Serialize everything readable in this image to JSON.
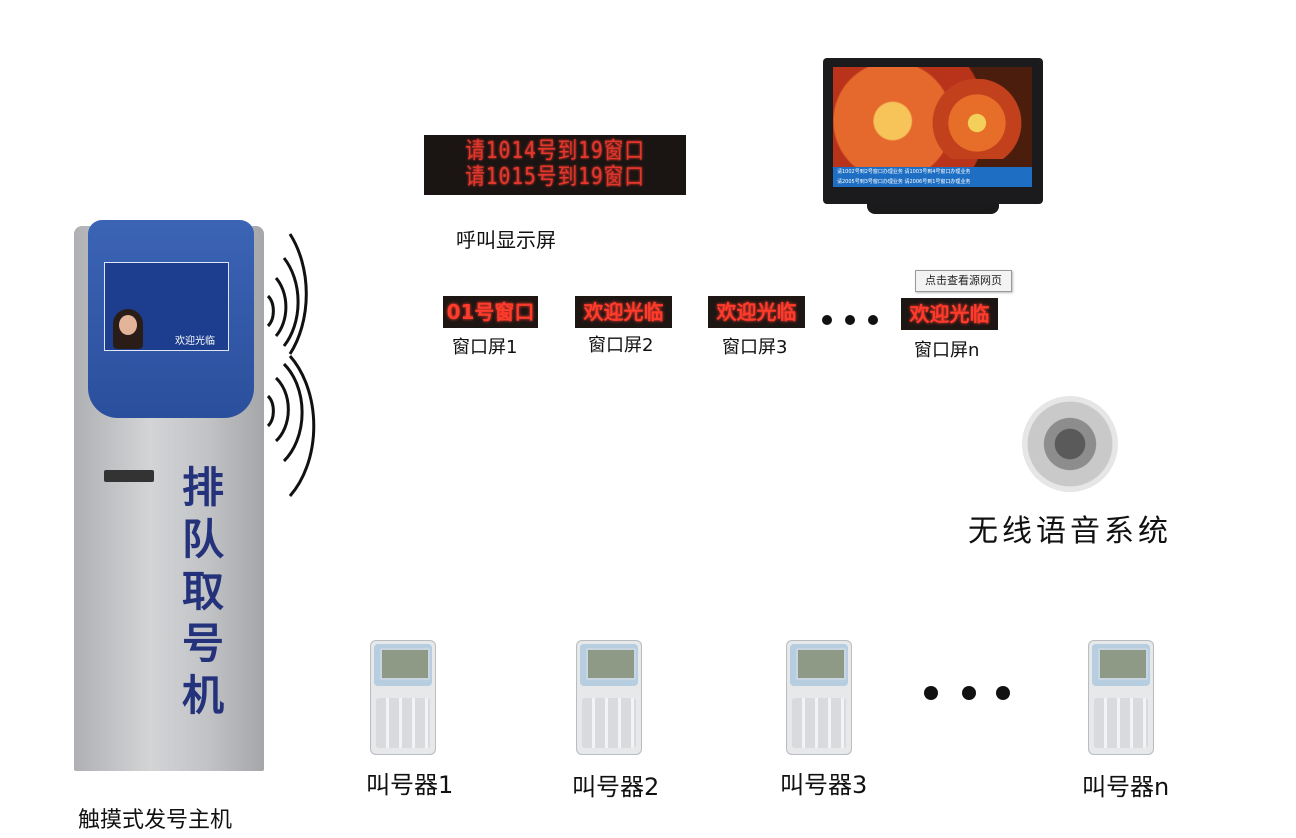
{
  "call_display": {
    "lines": [
      "请1014号到19窗口",
      "请1015号到19窗口"
    ],
    "label": "呼叫显示屏"
  },
  "tv": {
    "ticker_top": "请1002号到2号窗口办理业务 请1003号到4号窗口办理业务",
    "ticker_bottom": "请2005号到3号窗口办理业务 请2006号到1号窗口办理业务"
  },
  "tooltip": "点击查看源网页",
  "window_screens": [
    {
      "display": "01号窗口",
      "label": "窗口屏1"
    },
    {
      "display": "欢迎光临",
      "label": "窗口屏2"
    },
    {
      "display": "欢迎光临",
      "label": "窗口屏3"
    },
    {
      "display": "欢迎光临",
      "label": "窗口屏n"
    }
  ],
  "speaker": {
    "label": "无线语音系统"
  },
  "kiosk": {
    "vertical_text": "排队取号机",
    "screen_text": "欢迎光临",
    "label": "触摸式发号主机"
  },
  "callers": [
    {
      "label": "叫号器1"
    },
    {
      "label": "叫号器2"
    },
    {
      "label": "叫号器3"
    },
    {
      "label": "叫号器n"
    }
  ],
  "colors": {
    "led_red": "#e2372c",
    "kiosk_blue": "#2a4f9c",
    "kiosk_text": "#23327a"
  }
}
